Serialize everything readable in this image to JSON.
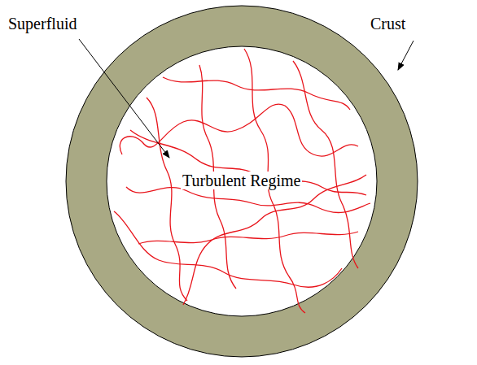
{
  "diagram": {
    "labels": [
      "Superfluid",
      "Crust",
      "Turbulent Regime"
    ]
  }
}
